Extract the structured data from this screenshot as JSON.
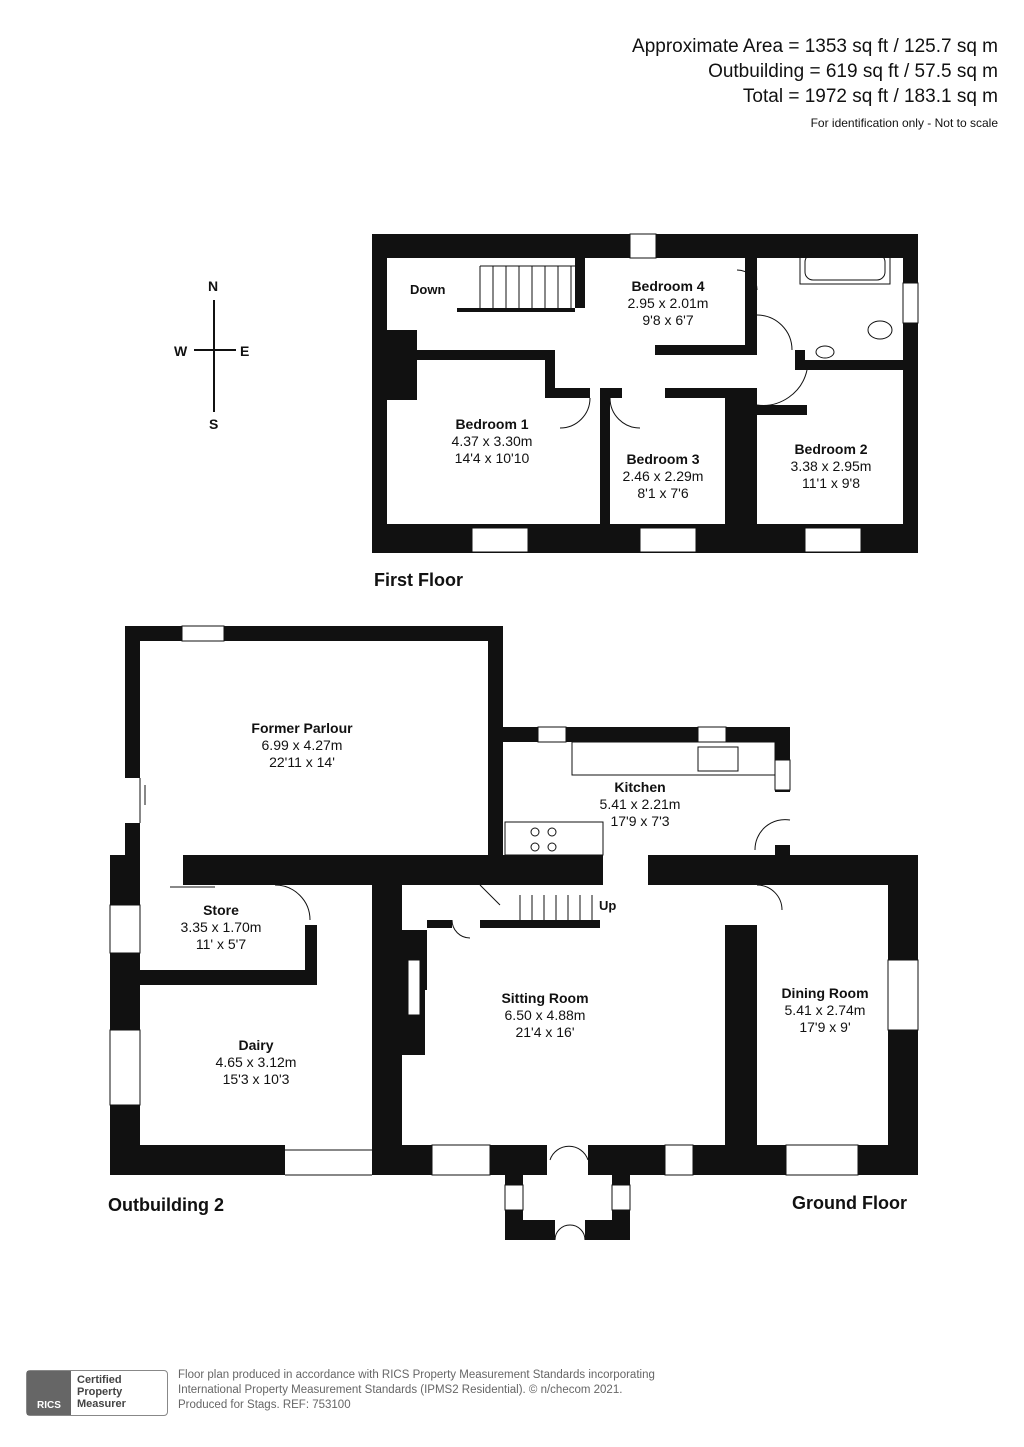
{
  "areas": {
    "approximate": "Approximate Area = 1353 sq ft / 125.7 sq m",
    "outbuilding": "Outbuilding = 619 sq ft / 57.5 sq m",
    "total": "Total = 1972 sq ft / 183.1 sq m",
    "note": "For identification only - Not to scale"
  },
  "compass": {
    "n": "N",
    "s": "S",
    "e": "E",
    "w": "W"
  },
  "first_floor": {
    "label": "First Floor",
    "stairs_label": "Down",
    "rooms": [
      {
        "name": "Bedroom 4",
        "metric": "2.95 x 2.01m",
        "imperial": "9'8 x 6'7"
      },
      {
        "name": "Bedroom 1",
        "metric": "4.37 x 3.30m",
        "imperial": "14'4 x 10'10"
      },
      {
        "name": "Bedroom 3",
        "metric": "2.46 x 2.29m",
        "imperial": "8'1 x 7'6"
      },
      {
        "name": "Bedroom 2",
        "metric": "3.38 x 2.95m",
        "imperial": "11'1 x 9'8"
      }
    ]
  },
  "ground_floor": {
    "label": "Ground Floor",
    "stairs_label": "Up",
    "rooms": [
      {
        "name": "Former Parlour",
        "metric": "6.99 x 4.27m",
        "imperial": "22'11 x 14'"
      },
      {
        "name": "Kitchen",
        "metric": "5.41 x 2.21m",
        "imperial": "17'9 x 7'3"
      },
      {
        "name": "Sitting Room",
        "metric": "6.50 x 4.88m",
        "imperial": "21'4 x 16'"
      },
      {
        "name": "Dining Room",
        "metric": "5.41 x 2.74m",
        "imperial": "17'9 x 9'"
      }
    ]
  },
  "outbuilding": {
    "label": "Outbuilding 2",
    "rooms": [
      {
        "name": "Store",
        "metric": "3.35 x 1.70m",
        "imperial": "11' x 5'7"
      },
      {
        "name": "Dairy",
        "metric": "4.65 x 3.12m",
        "imperial": "15'3 x 10'3"
      }
    ]
  },
  "badge": {
    "logo": "RICS",
    "line1": "Certified",
    "line2": "Property",
    "line3": "Measurer"
  },
  "footer": {
    "line1": "Floor plan produced in accordance with RICS Property Measurement Standards incorporating",
    "line2": "International Property Measurement Standards (IPMS2 Residential).   © n/checom 2021.",
    "line3": "Produced for Stags.   REF: 753100"
  }
}
